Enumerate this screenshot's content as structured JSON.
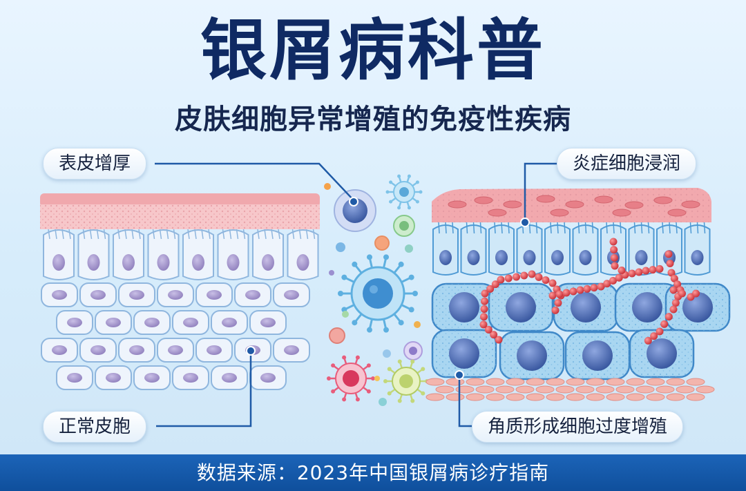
{
  "title": "银屑病科普",
  "subtitle": "皮肤细胞异常增殖的免疫性疾病",
  "labels": {
    "epidermal_thickening": "表皮增厚",
    "normal_skin_cells": "正常皮胞",
    "inflammatory_infiltration": "炎症细胞浸润",
    "keratinocyte_hyperproliferation": "角质形成细胞过度增殖"
  },
  "footer": {
    "source": "数据来源：2023年中国银屑病诊疗指南"
  },
  "colors": {
    "title": "#0f2a63",
    "footer_bg": "#1c64b8",
    "skin_surface": "#f3b3b6",
    "normal_cell": "#eef4fc",
    "normal_nucleus": "#a79ac8",
    "psoriatic_cell": "#9fd0ef",
    "psoriatic_nucleus": "#4a6bb3",
    "inflammatory_cell": "#e0494d",
    "leader_line": "#1f5aa6"
  },
  "icons": [
    "immune-cell-icon",
    "virus-icon",
    "bacteria-icon"
  ]
}
